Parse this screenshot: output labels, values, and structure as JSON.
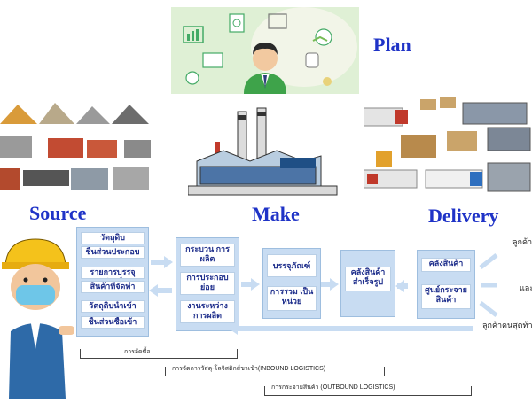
{
  "stages": {
    "plan": "Plan",
    "source": "Source",
    "make": "Make",
    "delivery": "Delivery"
  },
  "flow": {
    "source_box": [
      "วัตถุดิบ",
      "ชิ้นส่วนประกอบ",
      "รายการบรรจุภัณฑ์",
      "สินค้าที่จัดทำ",
      "วัตถุดิบนำเข้า",
      "ชิ้นส่วนซื้อเข้า"
    ],
    "make_box": [
      "กระบวน การผลิต",
      "การประกอบ ย่อย",
      "งานระหว่าง การผลิต"
    ],
    "pack_box": [
      "บรรจุภัณฑ์",
      "การรวม เป็นหน่วย"
    ],
    "warehouse_box": [
      "คลังสินค้า สำเร็จรูป"
    ],
    "dist_box": [
      "คลังสินค้า",
      "ศูนย์กระจาย สินค้า"
    ]
  },
  "customers": [
    "ลูกค้า",
    "และ",
    "ลูกค้าคนสุดท้าย"
  ],
  "brackets": {
    "purchasing": "การจัดซื้อ",
    "inbound": "การจัดการวัสดุ-โลจิสติกส์ขาเข้า(INBOUND LOGISTICS)",
    "outbound": "การกระจายสินค้า (OUTBOUND LOGISTICS)"
  },
  "colors": {
    "heading": "#1f33c7",
    "box_fill": "#c8dcf2",
    "cell_text": "#1f2f8c",
    "plan_bg": "#dff0d5"
  }
}
